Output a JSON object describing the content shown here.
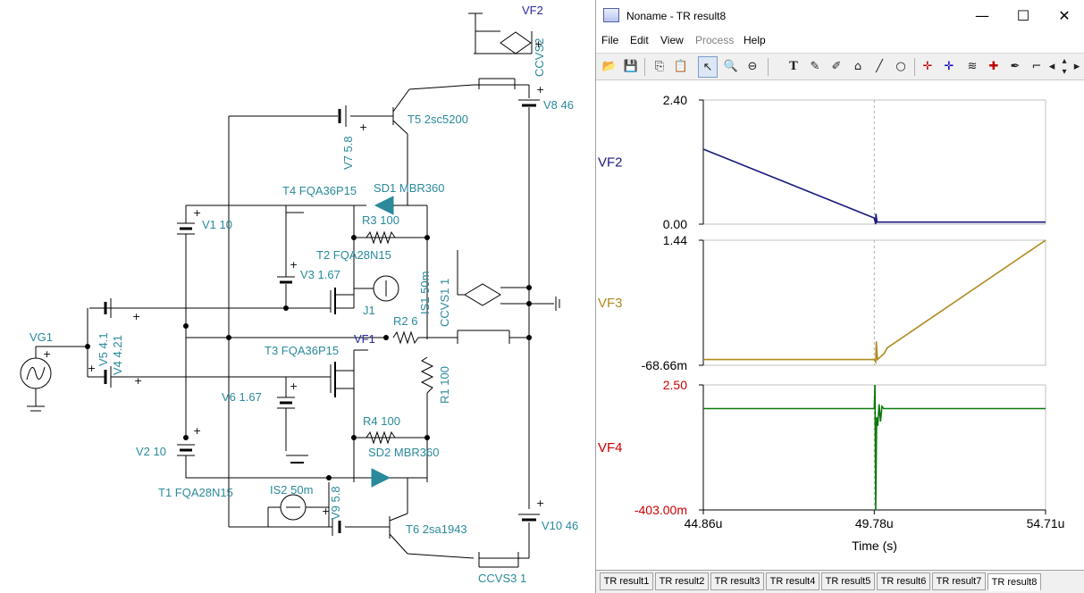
{
  "schematic": {
    "labels": {
      "vf2": "VF2",
      "ccvs2": "CCVS2",
      "v8": "V8 46",
      "t5": "T5 2sc5200",
      "v7": "V7 5.8",
      "t4": "T4 FQA36P15",
      "sd1": "SD1 MBR360",
      "v1": "V1 10",
      "r3": "R3 100",
      "t2": "T2 FQA28N15",
      "v3": "V3 1.67",
      "is1": "IS1 50m",
      "ccvs1": "CCVS1 1",
      "j1": "J1",
      "r2": "R2 6",
      "vg1": "VG1",
      "v5": "V5 4.1",
      "v4": "V4 4.21",
      "vf1": "VF1",
      "t3": "T3 FQA36P15",
      "r1": "R1 100",
      "v6": "V6 1.67",
      "r4": "R4 100",
      "v2": "V2 10",
      "sd2": "SD2 MBR360",
      "t1": "T1 FQA28N15",
      "is2": "IS2 50m",
      "v9": "V9 5.8",
      "v10": "V10 46",
      "t6": "T6 2sa1943",
      "ccvs3": "CCVS3 1"
    }
  },
  "window": {
    "title": "Noname - TR result8",
    "controls": {
      "minimize": "—",
      "maximize": "☐",
      "close": "✕"
    },
    "menu": [
      "File",
      "Edit",
      "View",
      "Process",
      "Help"
    ],
    "toolbar_icons": [
      "open-icon",
      "save-icon",
      "copy-icon",
      "paste-icon",
      "pointer-icon",
      "zoom-in-icon",
      "zoom-100-icon",
      "text-icon",
      "label-icon",
      "label2-icon",
      "house-icon",
      "line-icon",
      "circle-icon",
      "cursor-a-icon",
      "cursor-b-icon",
      "wave-icon",
      "pen-icon",
      "flag-icon",
      "scroll-left-icon",
      "scroll-updown-icon",
      "scroll-right-icon"
    ]
  },
  "tabs": [
    "TR result1",
    "TR result2",
    "TR result3",
    "TR result4",
    "TR result5",
    "TR result6",
    "TR result7",
    "TR result8"
  ],
  "tabs_selected": 7,
  "colors": {
    "vf2": "#1a1a80",
    "vf3": "#b08a1e",
    "vf4": "#0a7a0a",
    "vf4_label": "#cc0000",
    "grid": "#d0d0d0",
    "schematic_wire": "#000000",
    "schematic_label": "#2a8a9c"
  },
  "chart_data": {
    "type": "line",
    "xlabel": "Time (s)",
    "x_ticks": [
      "44.86u",
      "49.78u",
      "54.71u"
    ],
    "xlim_us": [
      44.86,
      54.71
    ],
    "cursor_us": 49.78,
    "panels": [
      {
        "name": "VF2",
        "y_ticks": [
          "2.40",
          "0.00"
        ],
        "ylim": [
          0.0,
          2.4
        ],
        "series": [
          {
            "name": "VF2",
            "x_us": [
              44.86,
              49.78,
              49.82,
              49.83,
              49.86,
              54.71
            ],
            "y": [
              1.45,
              0.12,
              0.0,
              0.2,
              0.04,
              0.04
            ]
          }
        ]
      },
      {
        "name": "VF3",
        "y_ticks": [
          "1.44",
          "-68.66m"
        ],
        "ylim": [
          -0.06866,
          1.44
        ],
        "series": [
          {
            "name": "VF3",
            "x_us": [
              44.86,
              49.78,
              49.82,
              49.84,
              49.87,
              50.06,
              50.15,
              54.71
            ],
            "y": [
              0.0,
              0.0,
              -0.03,
              0.22,
              0.0,
              0.07,
              0.14,
              1.44
            ]
          }
        ]
      },
      {
        "name": "VF4",
        "y_ticks": [
          "2.50",
          "-403.00m"
        ],
        "ylim": [
          -0.403,
          2.5
        ],
        "series": [
          {
            "name": "VF4",
            "x_us": [
              44.86,
              49.78,
              49.8,
              49.82,
              49.85,
              49.88,
              49.92,
              49.96,
              50.0,
              50.05,
              54.71
            ],
            "y": [
              1.95,
              1.95,
              2.5,
              -0.403,
              1.75,
              1.55,
              2.05,
              1.65,
              2.0,
              1.95,
              1.95
            ]
          }
        ]
      }
    ]
  }
}
